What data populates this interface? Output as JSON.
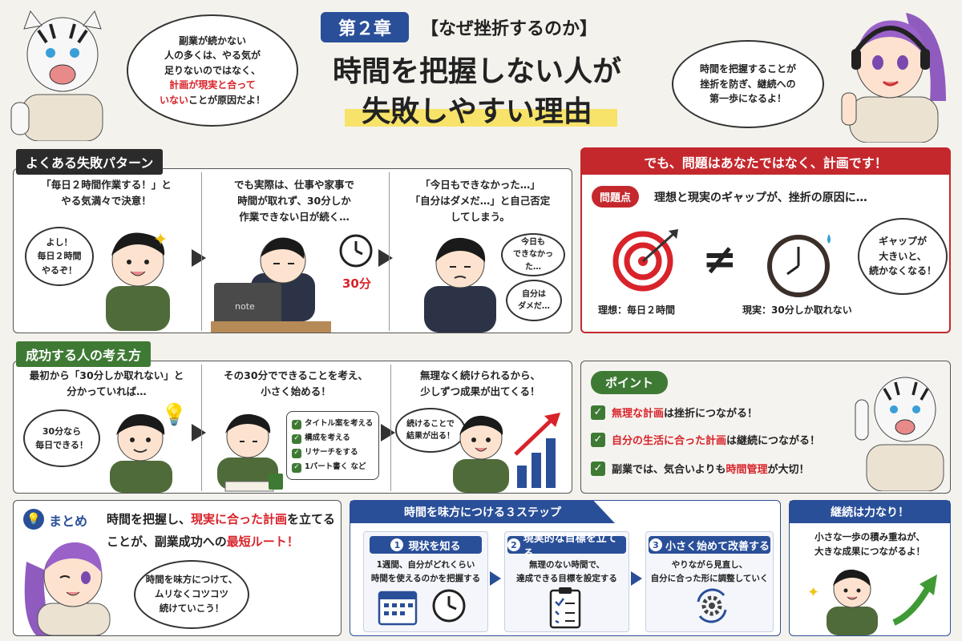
{
  "header": {
    "chapter": "第２章",
    "subtitle": "【なぜ挫折するのか】",
    "title_line1": "時間を把握しない人が",
    "title_line2": "失敗しやすい理由",
    "tiger_bubble": {
      "line1": "副業が続かない",
      "line2": "人の多くは、やる気が",
      "line3": "足りないのではなく、",
      "line4_red": "計画が現実と合って",
      "line5_red": "いない",
      "line5_tail": "ことが原因だよ！"
    },
    "girl_bubble": {
      "line1": "時間を把握することが",
      "line2": "挫折を防ぎ、継続への",
      "line3": "第一歩になるよ！"
    }
  },
  "failure": {
    "tag": "よくある失敗パターン",
    "scene1": {
      "caption1": "「毎日２時間作業する！」と",
      "caption2": "やる気満々で決意！",
      "bubble1": "よし！",
      "bubble2": "毎日２時間",
      "bubble3": "やるぞ！"
    },
    "scene2": {
      "caption1": "でも実際は、仕事や家事で",
      "caption2": "時間が取れず、30分しか",
      "caption3": "作業できない日が続く…",
      "laptop_label": "note",
      "time_label": "30分"
    },
    "scene3": {
      "caption1": "「今日もできなかった…」",
      "caption2": "「自分はダメだ…」と自己否定",
      "caption3": "してしまう。",
      "bubble_a1": "今日も",
      "bubble_a2": "できなかった…",
      "bubble_b1": "自分は",
      "bubble_b2": "ダメだ…"
    }
  },
  "problem": {
    "banner": "でも、問題はあなたではなく、計画です！",
    "tag": "問題点",
    "lead": "理想と現実のギャップが、挫折の原因に…",
    "ideal_label": "理想：毎日２時間",
    "reality_label": "現実：30分しか取れない",
    "not_equal": "≠",
    "bubble1": "ギャップが",
    "bubble2": "大きいと、",
    "bubble3": "続かなくなる！"
  },
  "success": {
    "tag": "成功する人の考え方",
    "scene1": {
      "caption1": "最初から「30分しか取れない」と",
      "caption2": "分かっていれば…",
      "bubble1": "30分なら",
      "bubble2": "毎日できる！"
    },
    "scene2": {
      "caption1": "その30分でできることを考え、",
      "caption2": "小さく始める！",
      "tasks": [
        "タイトル案を考える",
        "構成を考える",
        "リサーチをする",
        "1パート書く など"
      ]
    },
    "scene3": {
      "caption1": "無理なく続けられるから、",
      "caption2": "少しずつ成果が出てくる！",
      "bubble1": "続けることで",
      "bubble2": "結果が出る！"
    }
  },
  "points": {
    "tag": "ポイント",
    "p1_red": "無理な計画",
    "p1_tail": "は挫折につながる！",
    "p2_red": "自分の生活に合った計画",
    "p2_tail": "は継続につながる！",
    "p3_head": "副業では、気合いよりも",
    "p3_red": "時間管理",
    "p3_tail": "が大切！"
  },
  "summary": {
    "label": "まとめ",
    "text1_a": "時間を把握し、",
    "text1_red": "現実に合った計画",
    "text1_b": "を立てる",
    "text2_a": "ことが、副業成功への",
    "text2_red": "最短ルート！",
    "bubble1": "時間を味方につけて、",
    "bubble2": "ムリなくコツコツ",
    "bubble3": "続けていこう！"
  },
  "steps": {
    "title": "時間を味方につける３ステップ",
    "items": [
      {
        "num": "1",
        "label": "現状を知る",
        "text1": "1週間、自分がどれくらい",
        "text2": "時間を使えるのかを把握する"
      },
      {
        "num": "2",
        "label": "現実的な目標を立てる",
        "text1": "無理のない時間で、",
        "text2": "達成できる目標を設定する"
      },
      {
        "num": "3",
        "label": "小さく始めて改善する",
        "text1": "やりながら見直し、",
        "text2": "自分に合った形に調整していく"
      }
    ]
  },
  "keep": {
    "title": "継続は力なり！",
    "text1": "小さな一歩の積み重ねが、",
    "text2": "大きな成果につながるよ！"
  }
}
